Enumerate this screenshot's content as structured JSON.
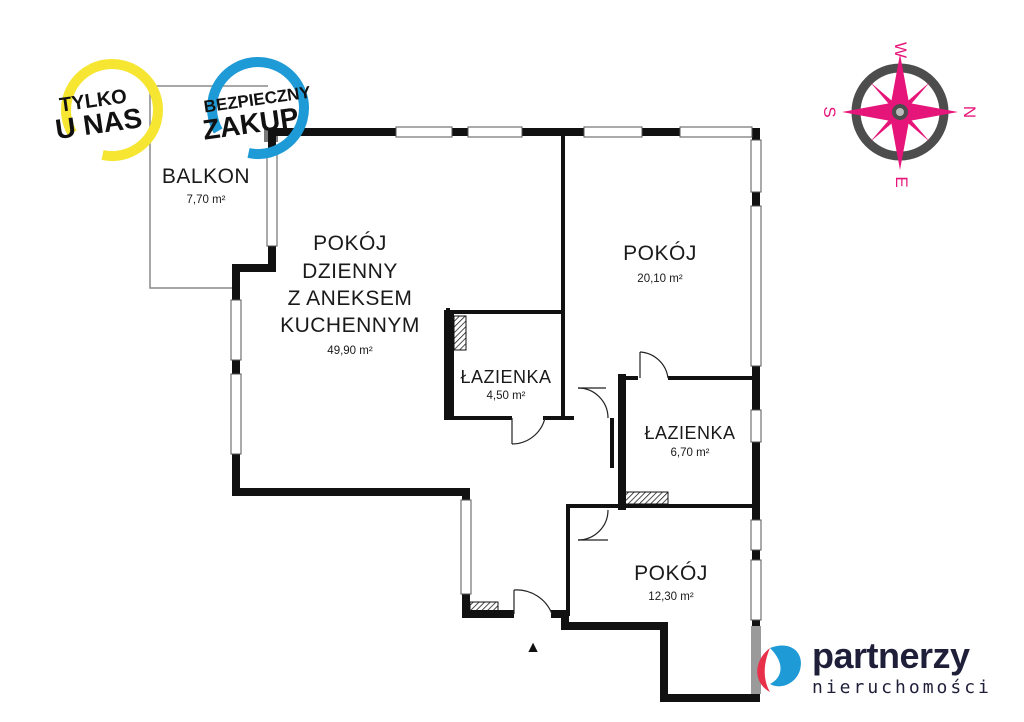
{
  "badges": {
    "exclusive": {
      "line1": "TYLKO",
      "line2": "U NAS",
      "ring_color": "#f6e632"
    },
    "safe_purchase": {
      "line1": "BEZPIECZNY",
      "line2": "ZAKUP",
      "ring_color": "#1e9ad6"
    }
  },
  "rooms": {
    "balcony": {
      "name": "BALKON",
      "area": "7,70 m²"
    },
    "living": {
      "name_lines": [
        "POKÓJ",
        "DZIENNY",
        "Z ANEKSEM",
        "KUCHENNYM"
      ],
      "area": "49,90 m²"
    },
    "room_top_right": {
      "name": "POKÓJ",
      "area": "20,10 m²"
    },
    "bathroom_small": {
      "name": "ŁAZIENKA",
      "area": "4,50 m²"
    },
    "bathroom_right": {
      "name": "ŁAZIENKA",
      "area": "6,70 m²"
    },
    "room_bottom_right": {
      "name": "POKÓJ",
      "area": "12,30 m²"
    }
  },
  "compass": {
    "north": "N",
    "south": "S",
    "east": "E",
    "west": "W",
    "color": "#e6157a",
    "ring_color": "#4d4d4d"
  },
  "entrance_marker": "▲",
  "brand": {
    "name": "partnerzy",
    "tagline": "nieruchomości",
    "primary_color": "#1f1f3a",
    "accent_red": "#e8304a",
    "accent_blue": "#1e9ad6"
  }
}
